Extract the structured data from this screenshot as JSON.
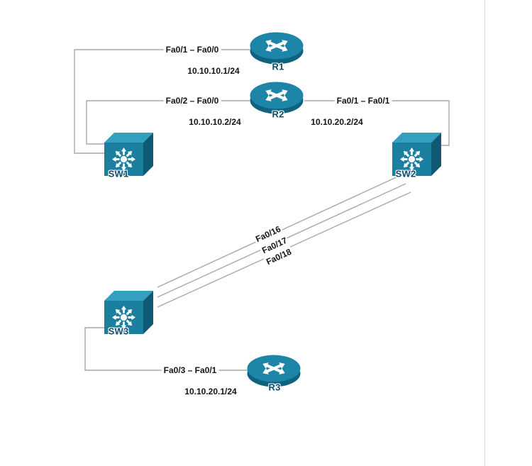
{
  "title": "Network topology diagram",
  "colors": {
    "device_teal": "#1b7fa0",
    "device_teal_light": "#33a0c2",
    "device_teal_dark": "#0e5a74",
    "link_gray": "#a8a8a8",
    "label_navy": "#0f4a68"
  },
  "devices": {
    "r1": {
      "label": "R1",
      "ip": "10.10.10.1/24"
    },
    "r2": {
      "label": "R2",
      "ip_left": "10.10.10.2/24",
      "ip_right": "10.10.20.2/24"
    },
    "r3": {
      "label": "R3",
      "ip": "10.10.20.1/24"
    },
    "sw1": {
      "label": "SW1"
    },
    "sw2": {
      "label": "SW2"
    },
    "sw3": {
      "label": "SW3"
    }
  },
  "links": {
    "sw1_r1": "Fa0/1 – Fa0/0",
    "sw1_r2": "Fa0/2 – Fa0/0",
    "r2_sw2": "Fa0/1 – Fa0/1",
    "sw3_r3": "Fa0/3 – Fa0/1",
    "trunk": [
      "Fa0/16",
      "Fa0/17",
      "Fa0/18"
    ]
  }
}
